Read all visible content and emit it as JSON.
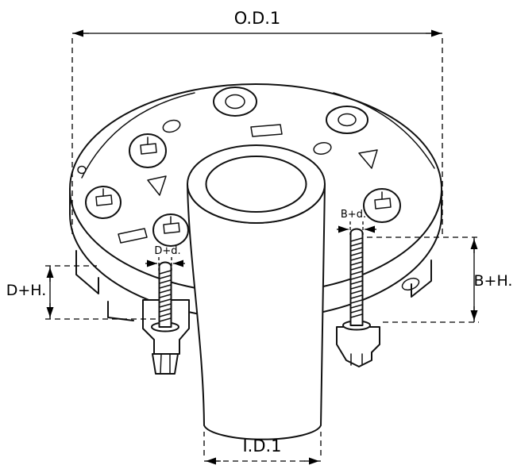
{
  "diagram": {
    "labels": {
      "outer_diameter": "O.D.1",
      "inner_diameter": "I.D.1",
      "left_stud_height": "D+H.",
      "right_stud_height": "B+H.",
      "left_stud_diameter": "D+d.",
      "right_stud_diameter": "B+d."
    },
    "colors": {
      "line": "#000000",
      "background": "#ffffff"
    }
  }
}
